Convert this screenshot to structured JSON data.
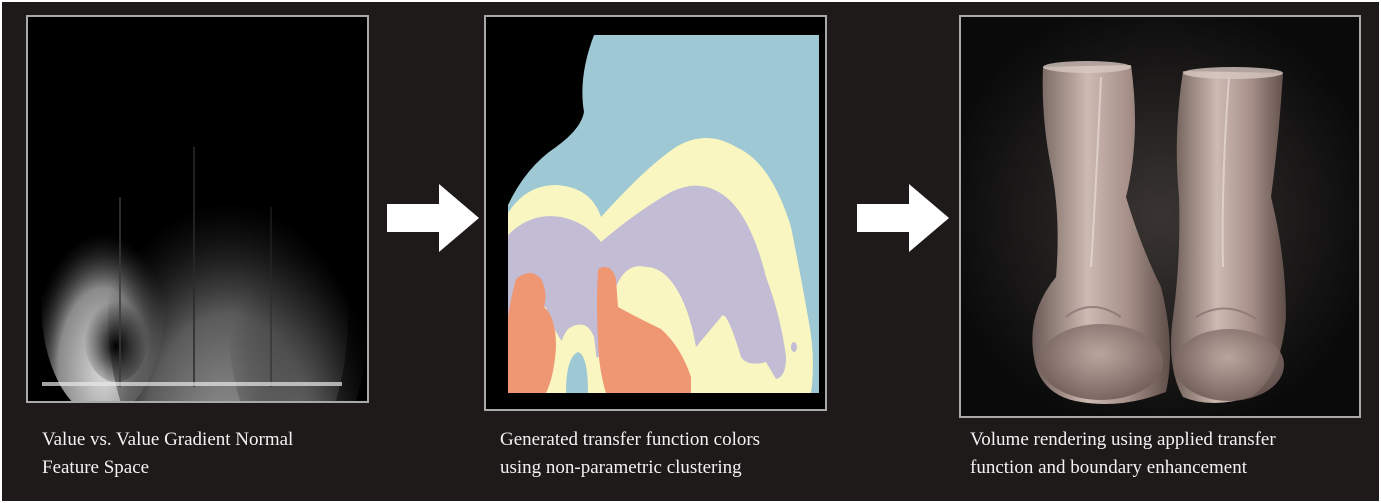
{
  "panels": [
    {
      "caption_line1": "Value vs. Value  Gradient Normal",
      "caption_line2": "Feature Space"
    },
    {
      "caption_line1": "Generated transfer function colors",
      "caption_line2": "using non-parametric  clustering"
    },
    {
      "caption_line1": "Volume rendering using applied transfer",
      "caption_line2": "function and boundary enhancement"
    }
  ],
  "colors": {
    "background": "#1e1a1a",
    "panel_border": "#a9a9a9",
    "cluster_blue": "#9ec8d4",
    "cluster_yellow": "#f9f6c2",
    "cluster_purple": "#c2bcd5",
    "cluster_orange": "#ef9672",
    "arrow": "#ffffff",
    "caption_text": "#f2f2f2"
  }
}
